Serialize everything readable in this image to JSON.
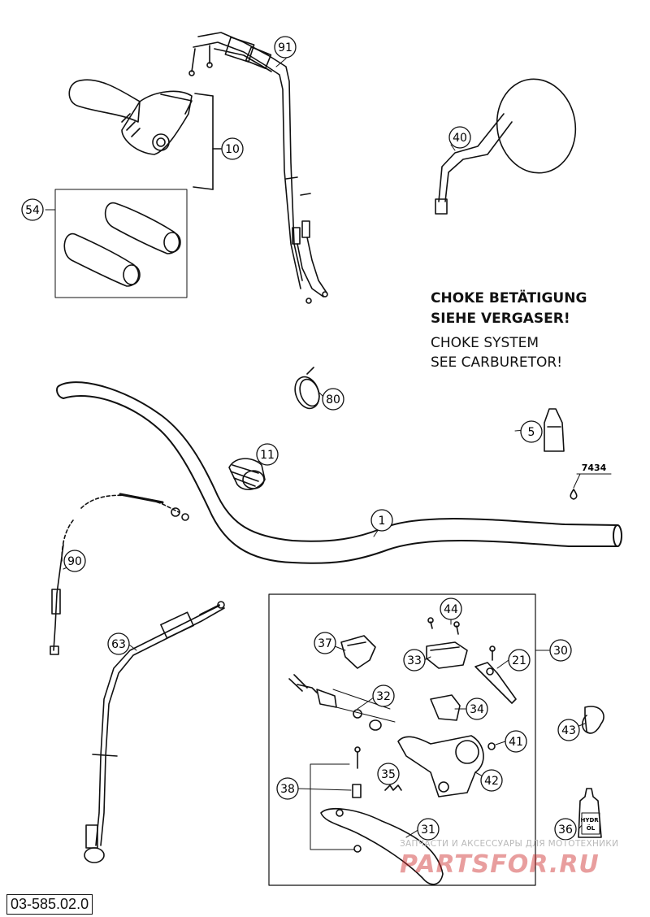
{
  "notes": {
    "de_line1": "CHOKE BETÄTIGUNG",
    "de_line2": "SIEHE VERGASER!",
    "en_line1": "CHOKE SYSTEM",
    "en_line2": "SEE CARBURETOR!"
  },
  "callouts": {
    "c91": "91",
    "c10": "10",
    "c54": "54",
    "c40": "40",
    "c80": "80",
    "c5": "5",
    "c11": "11",
    "c1": "1",
    "c7434": "7434",
    "c90": "90",
    "c63": "63",
    "c44": "44",
    "c37": "37",
    "c33": "33",
    "c21": "21",
    "c30": "30",
    "c32": "32",
    "c34": "34",
    "c41": "41",
    "c43": "43",
    "c42": "42",
    "c35": "35",
    "c38": "38",
    "c31": "31",
    "c36": "36"
  },
  "bottle_label": {
    "line1": "HYDR.",
    "line2": "ÖL"
  },
  "document_number": "03-585.02.0",
  "watermark": {
    "sub": "ЗАПЧАСТИ И АКСЕССУАРЫ ДЛЯ МОТОТЕХНИКИ",
    "main": "PARTSFOR.RU"
  }
}
